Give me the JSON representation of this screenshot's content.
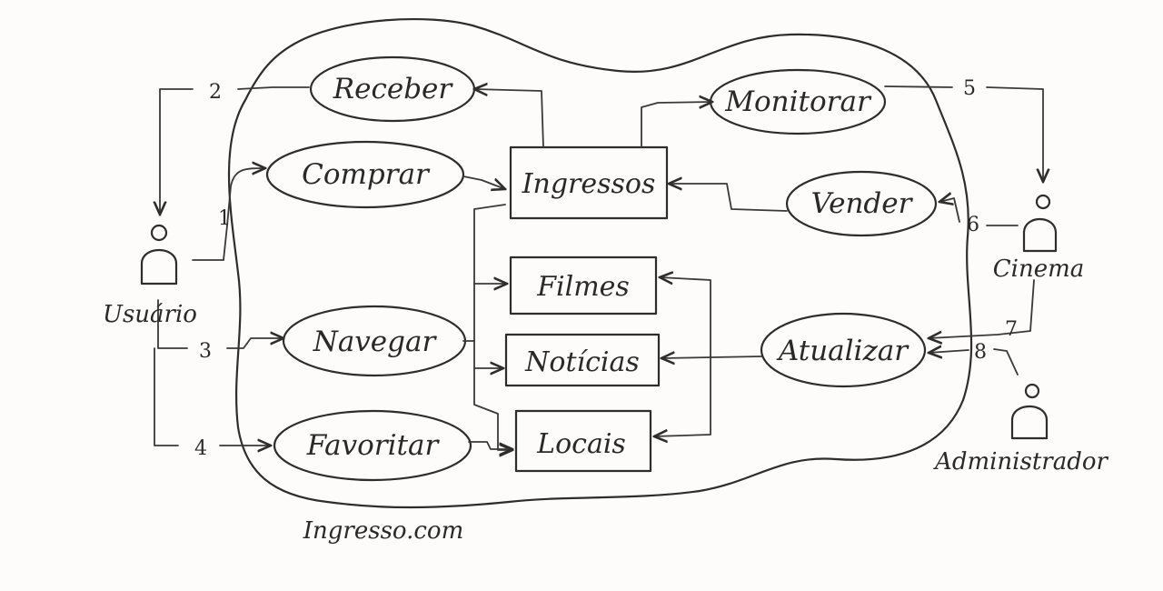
{
  "system": {
    "name": "Ingresso.com"
  },
  "actors": {
    "usuario": "Usuário",
    "cinema": "Cinema",
    "administrador": "Administrador"
  },
  "use_cases": {
    "receber": "Receber",
    "comprar": "Comprar",
    "navegar": "Navegar",
    "favoritar": "Favoritar",
    "monitorar": "Monitorar",
    "vender": "Vender",
    "atualizar": "Atualizar"
  },
  "entities": {
    "ingressos": "Ingressos",
    "filmes": "Filmes",
    "noticias": "Notícias",
    "locais": "Locais"
  },
  "flow_numbers": {
    "n1": "1",
    "n2": "2",
    "n3": "3",
    "n4": "4",
    "n5": "5",
    "n6": "6",
    "n7": "7",
    "n8": "8"
  }
}
